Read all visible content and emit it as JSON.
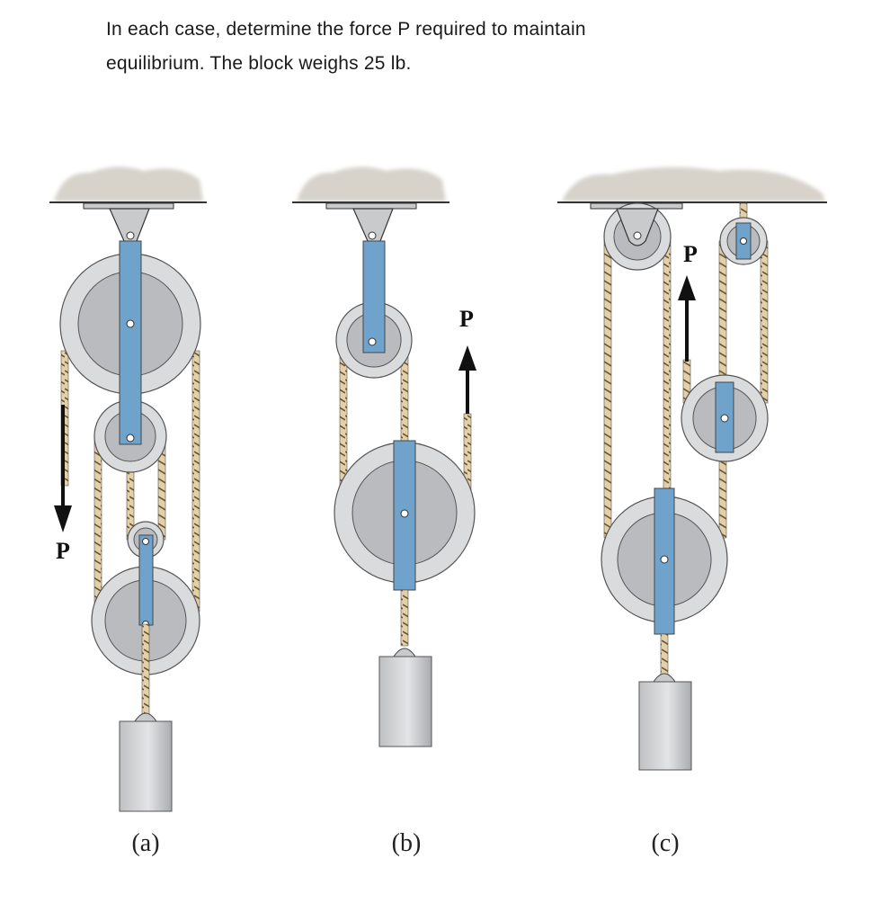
{
  "problem": {
    "line1": "In each case, determine the force P required to maintain",
    "line2": "equilibrium. The block weighs 25 lb."
  },
  "figures": [
    {
      "caption": "(a)",
      "force_label": "P",
      "force_direction": "down"
    },
    {
      "caption": "(b)",
      "force_label": "P",
      "force_direction": "up"
    },
    {
      "caption": "(c)",
      "force_label": "P",
      "force_direction": "up"
    }
  ],
  "colors": {
    "bracket_blue": "#6fa3cc",
    "pulley_outer": "#d9dadc",
    "pulley_inner": "#b9bbbe",
    "rope": "#d9c19a",
    "ceiling": "#d8d4cc",
    "block": "#cfd0d2"
  }
}
